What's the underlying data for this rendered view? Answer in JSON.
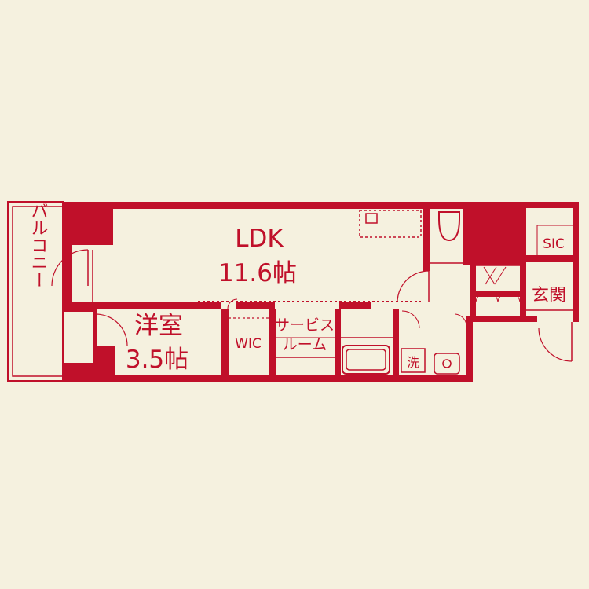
{
  "plan": {
    "wall_color": "#c0102a",
    "background_color": "#f5f1df",
    "rooms": {
      "ldk_name": "LDK",
      "ldk_size": "11.6帖",
      "western_name": "洋室",
      "western_size": "3.5帖",
      "wic": "WIC",
      "service_line1": "サービス",
      "service_line2": "ルーム",
      "sic": "SIC",
      "entrance": "玄関",
      "laundry": "洗",
      "balcony": "バルコニー"
    }
  }
}
